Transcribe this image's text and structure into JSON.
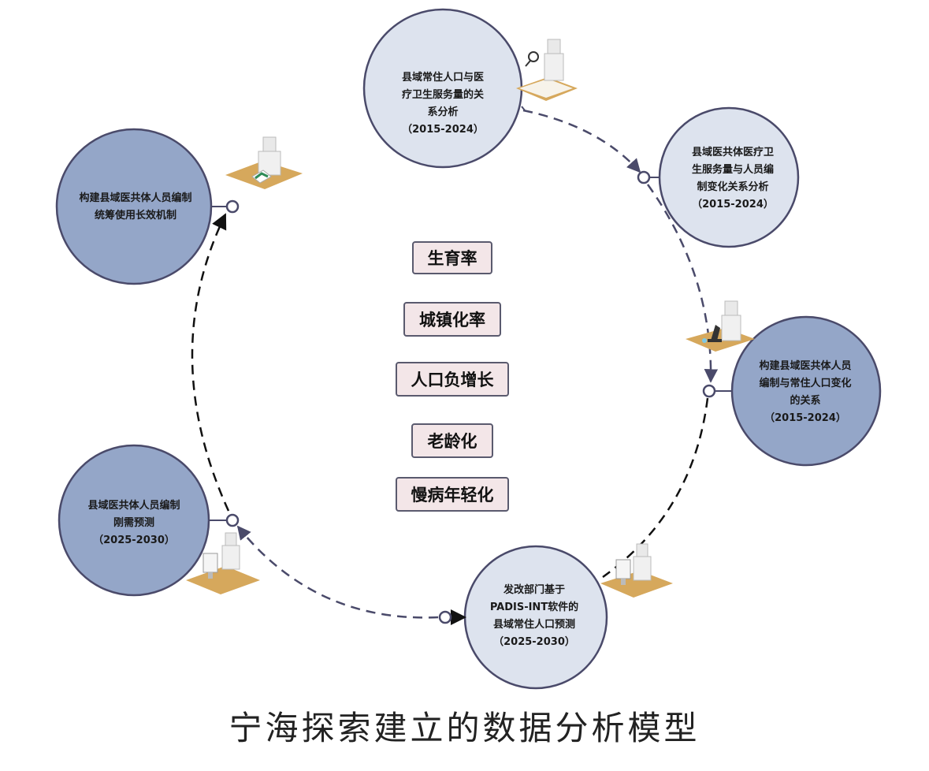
{
  "title": "宁海探索建立的数据分析模型",
  "colors": {
    "light_node_fill": "#dde3ee",
    "dark_node_fill": "#94a6c8",
    "node_stroke": "#4a4a6a",
    "cycle_line_light": "#4a4a6a",
    "cycle_line_dark": "#111111",
    "factor_fill": "#f3e6e8",
    "factor_stroke": "#5a5a6e",
    "desk": "#d6a85c"
  },
  "nodes": [
    {
      "id": "n1",
      "style": "light",
      "lines": [
        "县域常住人口与医",
        "疗卫生服务量的关",
        "系分析",
        "（2015-2024）"
      ]
    },
    {
      "id": "n2",
      "style": "light",
      "lines": [
        "县域医共体医疗卫",
        "生服务量与人员编",
        "制变化关系分析",
        "（2015-2024）"
      ]
    },
    {
      "id": "n3",
      "style": "dark",
      "lines": [
        "构建县域医共体人员",
        "编制与常住人口变化",
        "的关系",
        "（2015-2024）"
      ]
    },
    {
      "id": "n4",
      "style": "light",
      "lines": [
        "发改部门基于",
        "PADIS-INT软件的",
        "县域常住人口预测",
        "（2025-2030）"
      ]
    },
    {
      "id": "n5",
      "style": "dark",
      "lines": [
        "县域医共体人员编制",
        "刚需预测",
        "（2025-2030）"
      ]
    },
    {
      "id": "n6",
      "style": "dark",
      "lines": [
        "构建县域医共体人员编制",
        "统筹使用长效机制"
      ]
    }
  ],
  "factors": [
    "生育率",
    "城镇化率",
    "人口负增长",
    "老龄化",
    "慢病年轻化"
  ],
  "icons": [
    "analyst-magnifier-icon",
    "analyst-microscope-icon",
    "analyst-computer-icon",
    "analyst-computer-icon",
    "analyst-document-icon"
  ]
}
